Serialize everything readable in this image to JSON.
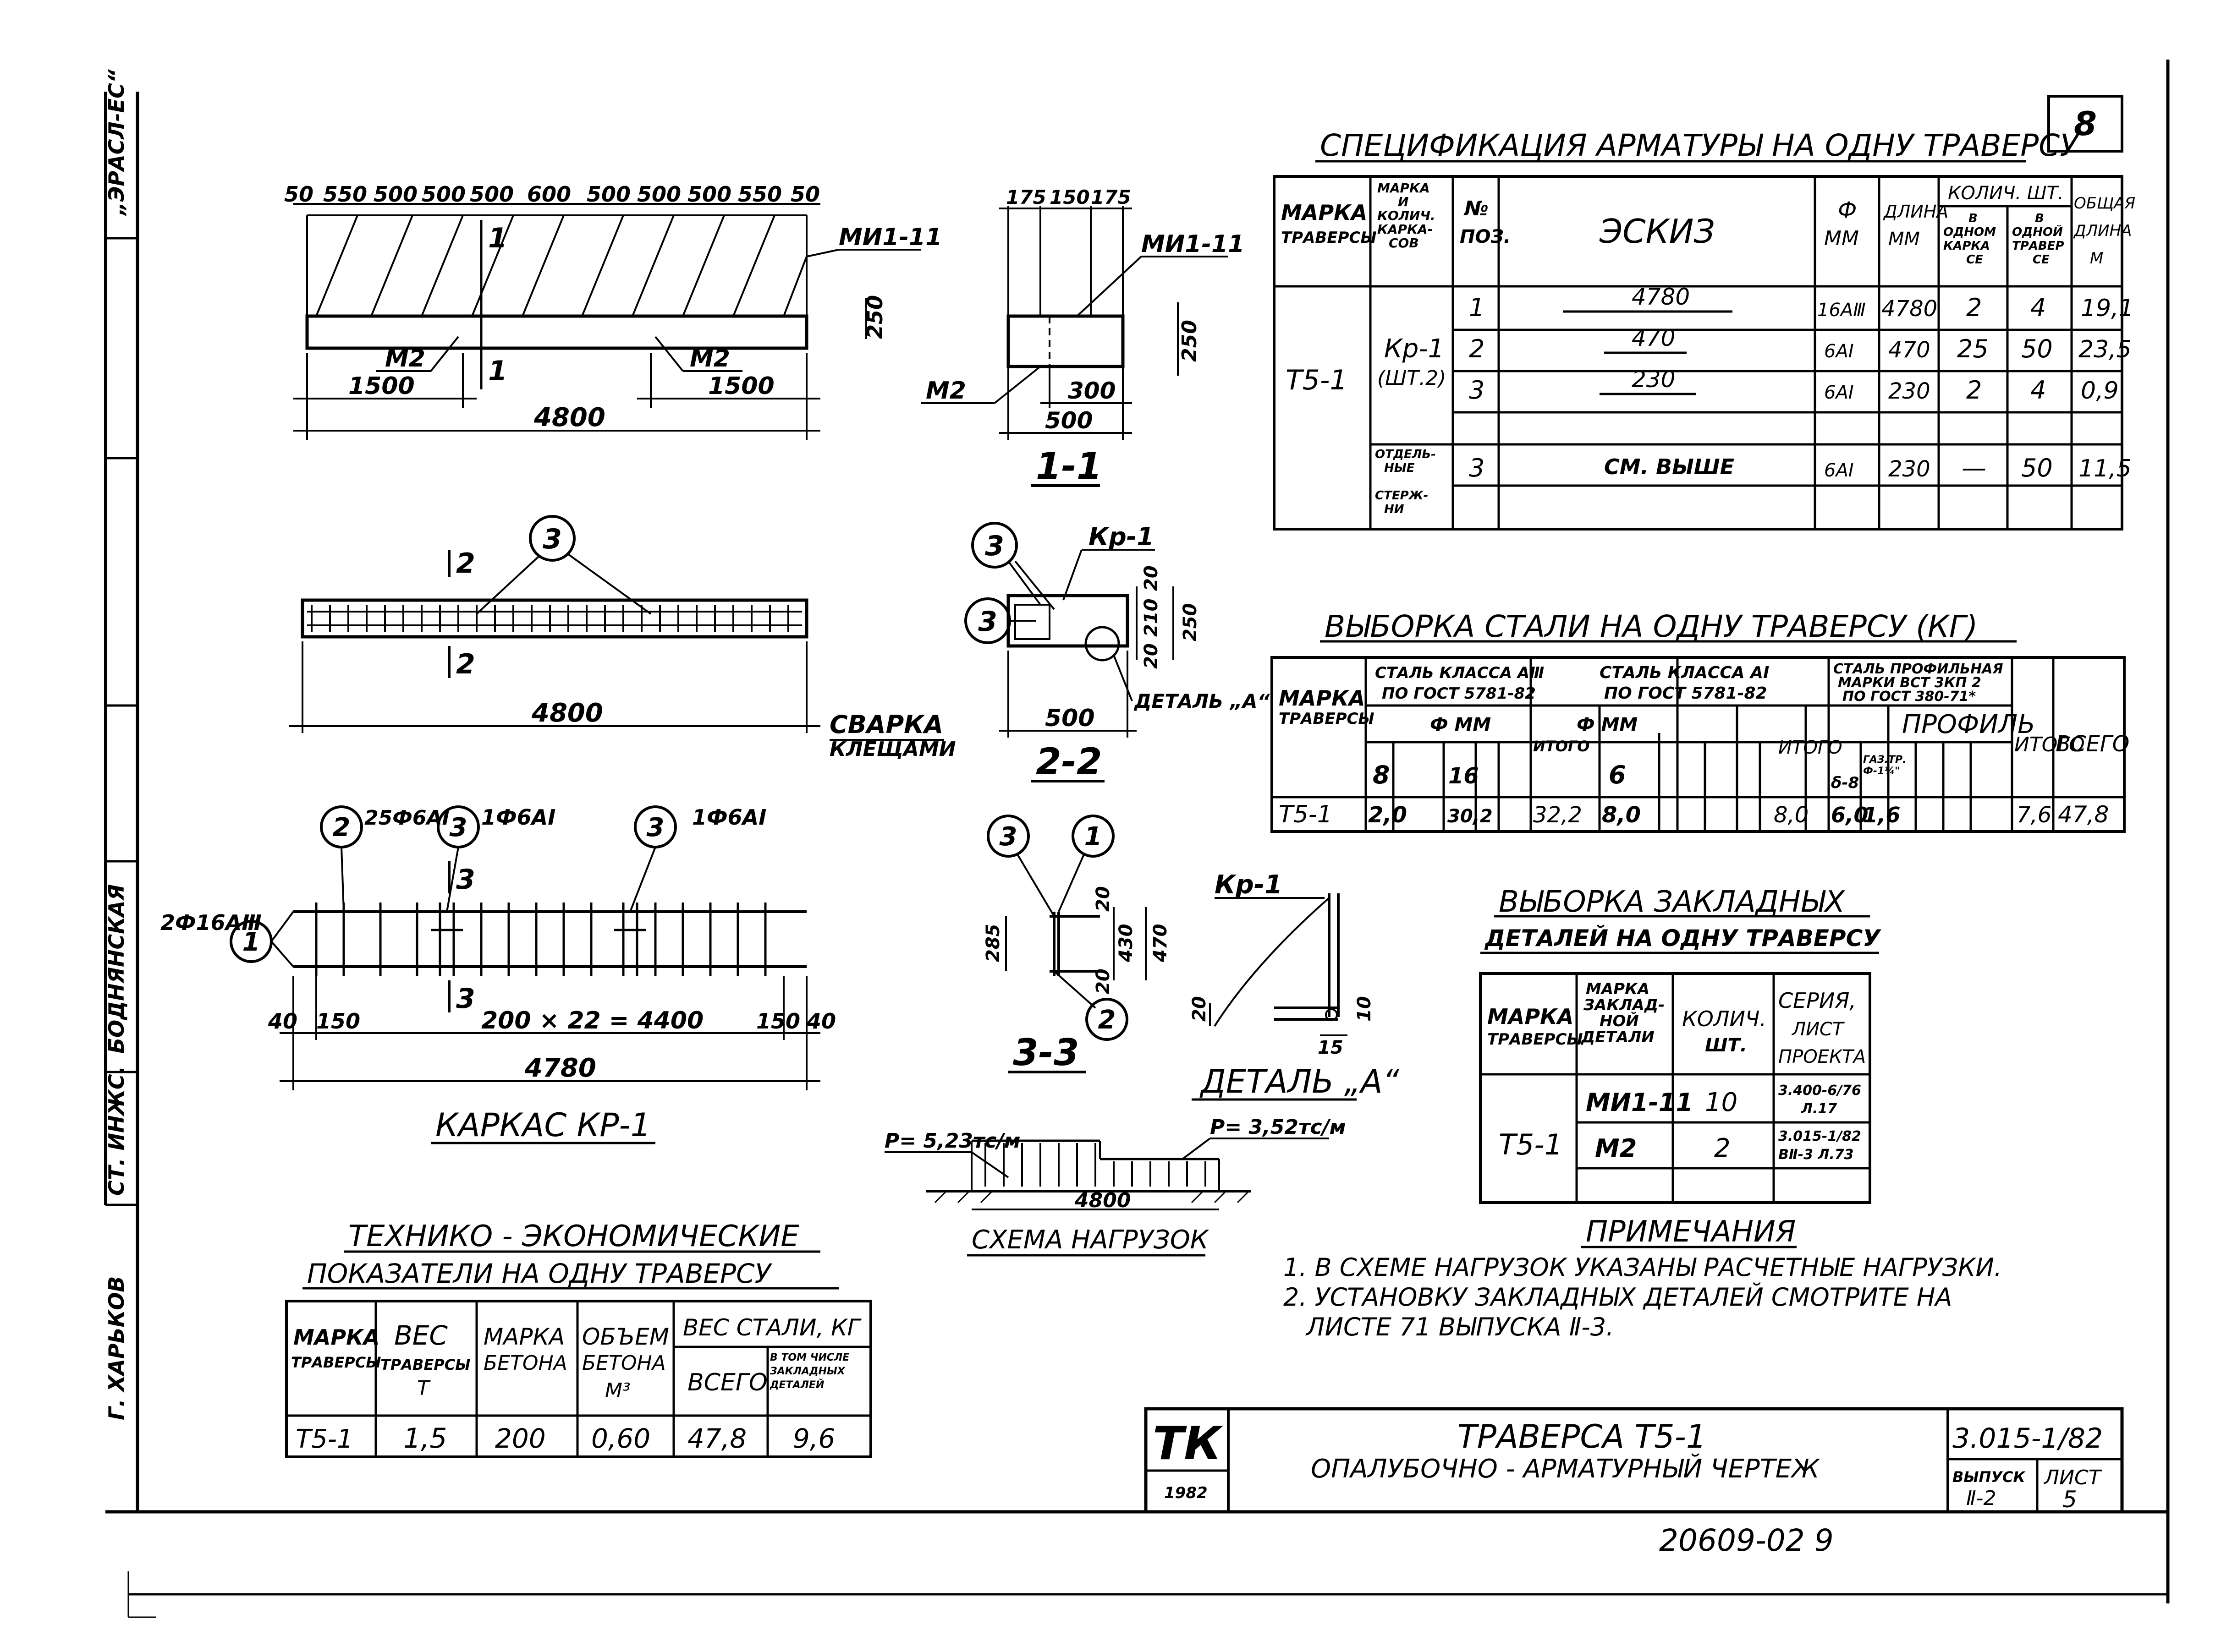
{
  "sheet_number": "8",
  "left_strip": {
    "top_code": "„ЭРАСЛ-ЕС“",
    "name1": "БОДНЯНСКАЯ",
    "position": "СТ. ИНЖС.",
    "city": "Г. ХАРЬКОВ"
  },
  "view_top": {
    "dims_top": [
      "50",
      "550",
      "500",
      "500",
      "500",
      "600",
      "500",
      "500",
      "500",
      "550",
      "50"
    ],
    "label_mi": "МИ1-11",
    "label_m2a": "М2",
    "label_m2b": "М2",
    "dim_left": "1500",
    "dim_right": "1500",
    "dim_total": "4800",
    "dim_height": "250",
    "cut": "1"
  },
  "section_11": {
    "dims_top": [
      "175",
      "150",
      "175"
    ],
    "label_mi": "МИ1-11",
    "label_m2": "М2",
    "dim_300": "300",
    "dim_500": "500",
    "dim_250": "250",
    "title": "1-1"
  },
  "view_middle": {
    "callout": "3",
    "cut": "2",
    "dim_total": "4800",
    "weld_label_1": "СВАРКА",
    "weld_label_2": "КЛЕЩАМИ"
  },
  "section_22": {
    "callout": "3",
    "label_kr": "Кр-1",
    "dim_20a": "20",
    "dim_210": "210",
    "dim_250": "250",
    "dim_20b": "20",
    "dim_500": "500",
    "detail": "ДЕТАЛЬ „А“",
    "title": "2-2"
  },
  "cage": {
    "c1": "1",
    "c1_label": "2Ф16АⅢ",
    "c2": "2",
    "c2_label": "25Ф6АⅠ",
    "c3": "3",
    "c3_label": "1Ф6АⅠ",
    "c3b": "3",
    "c3b_label": "1Ф6АⅠ",
    "cut": "3",
    "dim_40a": "40",
    "dim_150a": "150",
    "dim_mid": "200 × 22 = 4400",
    "dim_150b": "150",
    "dim_40b": "40",
    "dim_total": "4780",
    "title": "КАРКАС КР-1"
  },
  "section_33": {
    "c3": "3",
    "c1": "1",
    "c2": "2",
    "dim_285": "285",
    "dim_20a": "20",
    "dim_430": "430",
    "dim_470": "470",
    "dim_20b": "20",
    "title": "3-3"
  },
  "detail_a": {
    "label_kr": "Кр-1",
    "dim_20": "20",
    "dim_10": "10",
    "dim_15": "15",
    "title": "ДЕТАЛЬ „А“"
  },
  "load_scheme": {
    "p1": "Р= 5,23тс/м",
    "p2": "Р= 3,52тс/м",
    "span": "4800",
    "title": "СХЕМА НАГРУЗОК"
  },
  "spec": {
    "title": "СПЕЦИФИКАЦИЯ АРМАТУРЫ НА ОДНУ ТРАВЕРСУ",
    "h_mark": [
      "МАРКА",
      "ТРАВЕРСЫ"
    ],
    "h_frames": [
      "МАРКА",
      "И",
      "КОЛИЧ.",
      "КАРКА-",
      "СОВ"
    ],
    "h_pos": [
      "№",
      "ПОЗ."
    ],
    "h_sketch": "ЭСКИЗ",
    "h_dia": [
      "Ф",
      "ММ"
    ],
    "h_len": [
      "ДЛИНА",
      "ММ"
    ],
    "h_qty": "КОЛИЧ. ШТ.",
    "h_qty1": [
      "В",
      "ОДНОМ",
      "КАРКА",
      "СЕ"
    ],
    "h_qty2": [
      "В",
      "ОДНОЙ",
      "ТРАВЕР",
      "СЕ"
    ],
    "h_total": [
      "ОБЩАЯ",
      "ДЛИНА",
      "М"
    ],
    "mark": "Т5-1",
    "frame": [
      "Кр-1",
      "(ШТ.2)"
    ],
    "loose": [
      "ОТДЕЛЬ-",
      "НЫЕ",
      "СТЕРЖ-",
      "НИ"
    ],
    "rows": [
      {
        "pos": "1",
        "sketch": "4780",
        "dia": "16АⅢ",
        "len": "4780",
        "q1": "2",
        "q2": "4",
        "total": "19,1"
      },
      {
        "pos": "2",
        "sketch": "470",
        "dia": "6АⅠ",
        "len": "470",
        "q1": "25",
        "q2": "50",
        "total": "23,5"
      },
      {
        "pos": "3",
        "sketch": "230",
        "dia": "6АⅠ",
        "len": "230",
        "q1": "2",
        "q2": "4",
        "total": "0,9"
      },
      {
        "pos": "3",
        "sketch": "СМ. ВЫШЕ",
        "dia": "6АⅠ",
        "len": "230",
        "q1": "—",
        "q2": "50",
        "total": "11,5"
      }
    ]
  },
  "steel": {
    "title": "ВЫБОРКА СТАЛИ НА ОДНУ ТРАВЕРСУ (КГ)",
    "h_mark": [
      "МАРКА",
      "ТРАВЕРСЫ"
    ],
    "h_a3": [
      "СТАЛЬ КЛАССА АⅢ",
      "ПО ГОСТ 5781-82"
    ],
    "h_a1": [
      "СТАЛЬ КЛАССА АⅠ",
      "ПО ГОСТ 5781-82"
    ],
    "h_prof": [
      "СТАЛЬ ПРОФИЛЬНАЯ",
      "МАРКИ ВСТ 3КП 2",
      "ПО ГОСТ 380-71*"
    ],
    "h_dia": "Ф ММ",
    "h_itogo": "ИТОГО",
    "h_profile": "ПРОФИЛЬ",
    "h_all": "ВСЕГО",
    "d8": "8",
    "d16": "16",
    "d6": "6",
    "h_delta": "δ-8",
    "h_pipe": [
      "ГАЗ.ТР.",
      "Ф-1¼\""
    ],
    "mark": "Т5-1",
    "v8": "2,0",
    "v16": "30,2",
    "it1": "32,2",
    "v6": "8,0",
    "it2": "8,0",
    "vd": "6,0",
    "vp": "1,6",
    "it3": "7,6",
    "all": "47,8"
  },
  "embed": {
    "title1": "ВЫБОРКА ЗАКЛАДНЫХ",
    "title2": "ДЕТАЛЕЙ НА ОДНУ ТРАВЕРСУ",
    "h_mark": [
      "МАРКА",
      "ТРАВЕРСЫ"
    ],
    "h_part": [
      "МАРКА",
      "ЗАКЛАД-",
      "НОЙ",
      "ДЕТАЛИ"
    ],
    "h_qty": [
      "КОЛИЧ.",
      "ШТ."
    ],
    "h_series": [
      "СЕРИЯ,",
      "ЛИСТ",
      "ПРОЕКТА"
    ],
    "mark": "Т5-1",
    "rows": [
      {
        "part": "МИ1-11",
        "qty": "10",
        "series": [
          "3.400-6/76",
          "Л.17"
        ]
      },
      {
        "part": "М2",
        "qty": "2",
        "series": [
          "3.015-1/82",
          "ВⅡ-3 Л.73"
        ]
      }
    ]
  },
  "notes": {
    "title": "ПРИМЕЧАНИЯ",
    "n1": "1. В СХЕМЕ НАГРУЗОК УКАЗАНЫ РАСЧЕТНЫЕ НАГРУЗКИ.",
    "n2": "2. УСТАНОВКУ ЗАКЛАДНЫХ ДЕТАЛЕЙ СМОТРИТЕ НА",
    "n3": "ЛИСТЕ 71  ВЫПУСКА Ⅱ-3."
  },
  "tep": {
    "title1": "ТЕХНИКО - ЭКОНОМИЧЕСКИЕ",
    "title2": "ПОКАЗАТЕЛИ НА ОДНУ ТРАВЕРСУ",
    "h_mark": [
      "МАРКА",
      "ТРАВЕРСЫ"
    ],
    "h_weight": [
      "ВЕС",
      "ТРАВЕРСЫ",
      "Т"
    ],
    "h_concrete": [
      "МАРКА",
      "БЕТОНА"
    ],
    "h_volume": [
      "ОБЪЕМ",
      "БЕТОНА",
      "М³"
    ],
    "h_steel": "ВЕС СТАЛИ, КГ",
    "h_all": "ВСЕГО",
    "h_incl": [
      "В ТОМ ЧИСЛЕ",
      "ЗАКЛАДНЫХ",
      "ДЕТАЛЕЙ"
    ],
    "mark": "Т5-1",
    "weight": "1,5",
    "concrete": "200",
    "volume": "0,60",
    "all": "47,8",
    "incl": "9,6"
  },
  "stamp": {
    "logo": "ТК",
    "year": "1982",
    "title": "ТРАВЕРСА Т5-1",
    "subtitle": "ОПАЛУБОЧНО - АРМАТУРНЫЙ ЧЕРТЕЖ",
    "code": "3.015-1/82",
    "issue_h": "ВЫПУСК",
    "issue": "Ⅱ-2",
    "sheet_h": "ЛИСТ",
    "sheet": "5"
  },
  "footer_number": "20609-02  9"
}
